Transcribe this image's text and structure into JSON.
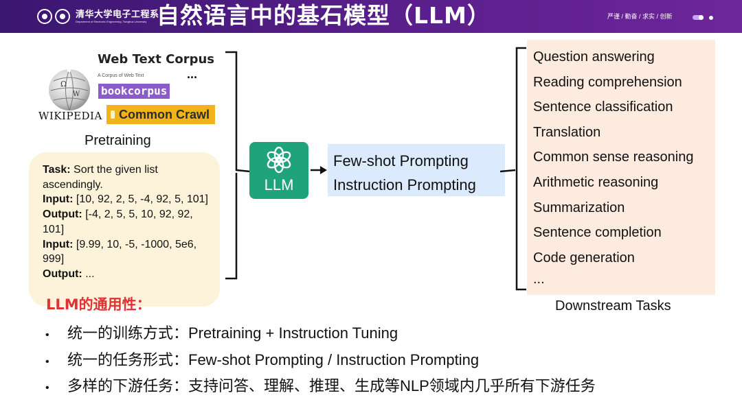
{
  "header": {
    "title": "自然语言中的基石模型（LLM）",
    "logo_main": "清华大学电子工程系",
    "logo_sub": "Department of Electronic Engineering, Tsinghua University",
    "motto": "严谨 / 勤奋 / 求实 / 创新"
  },
  "pretraining": {
    "wikipedia_word": "WIKIPEDIA",
    "wtc_title": "Web Text Corpus",
    "wtc_subtitle": "A Corpus of Web Text",
    "bookcorpus": "bookcorpus",
    "common_crawl": "Common Crawl",
    "ellipsis": "...",
    "label": "Pretraining"
  },
  "task_example": {
    "task_key": "Task:",
    "task_val": " Sort the given list ascendingly.",
    "input1_key": "Input:",
    "input1_val": " [10, 92, 2, 5, -4, 92, 5, 101]",
    "output1_key": "Output:",
    "output1_val": " [-4, 2, 5, 5, 10, 92, 92, 101]",
    "input2_key": "Input:",
    "input2_val": " [9.99, 10, -5, -1000, 5e6, 999]",
    "output2_key": "Output:",
    "output2_val": " ..."
  },
  "model": {
    "label": "LLM"
  },
  "prompting": {
    "line1": "Few-shot Prompting",
    "line2": "Instruction Prompting"
  },
  "downstream": {
    "items": [
      "Question answering",
      "Reading comprehension",
      "Sentence classification",
      "Translation",
      "Common sense reasoning",
      "Arithmetic reasoning",
      "Summarization",
      "Sentence completion",
      "Code generation",
      "..."
    ],
    "label": "Downstream Tasks"
  },
  "generality": {
    "title": "LLM的通用性：",
    "bullet_symbol": "•",
    "bullets": [
      "统一的训练方式：Pretraining + Instruction Tuning",
      "统一的任务形式：Few-shot Prompting / Instruction Prompting",
      "多样的下游任务：支持问答、理解、推理、生成等NLP领域内几乎所有下游任务"
    ]
  },
  "colors": {
    "header": "#4a1a7e",
    "llm_green": "#1fa37a",
    "prompt_blue": "#dbeafd",
    "downstream_peach": "#fdebe0",
    "task_cream": "#fdf3da",
    "accent_red": "#e03232"
  }
}
